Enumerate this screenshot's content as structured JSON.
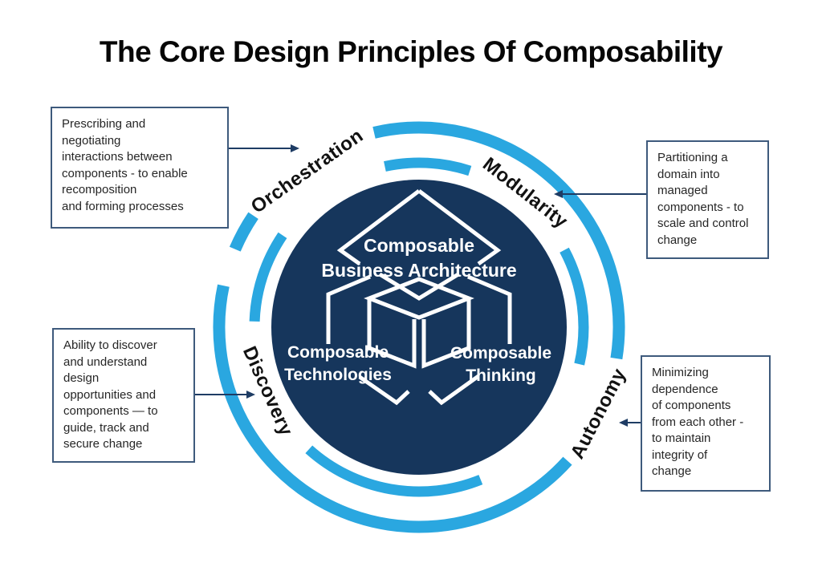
{
  "title": "The Core Design Principles Of Composability",
  "colors": {
    "accent_blue": "#2AA7E0",
    "navy": "#16365C",
    "box_border": "#3E5A7C",
    "arrow": "#1E3C64",
    "hub_text": "#FFFFFF",
    "label_text": "#121212"
  },
  "hub": {
    "business_architecture": "Composable\nBusiness Architecture",
    "technologies": "Composable\nTechnologies",
    "thinking": "Composable\nThinking"
  },
  "principles": {
    "orchestration": {
      "label": "Orchestration",
      "description": "Prescribing and\nnegotiating\ninteractions between\ncomponents - to enable\nrecomposition\nand forming processes"
    },
    "modularity": {
      "label": "Modularity",
      "description": "Partitioning a\ndomain into\nmanaged\ncomponents - to\nscale and control\nchange"
    },
    "discovery": {
      "label": "Discovery",
      "description": "Ability to discover\nand understand\ndesign\nopportunities and\ncomponents — to\nguide, track and\nsecure change"
    },
    "autonomy": {
      "label": "Autonomy",
      "description": "Minimizing\ndependence\nof components\nfrom each other -\nto maintain\nintegrity of\nchange"
    }
  }
}
